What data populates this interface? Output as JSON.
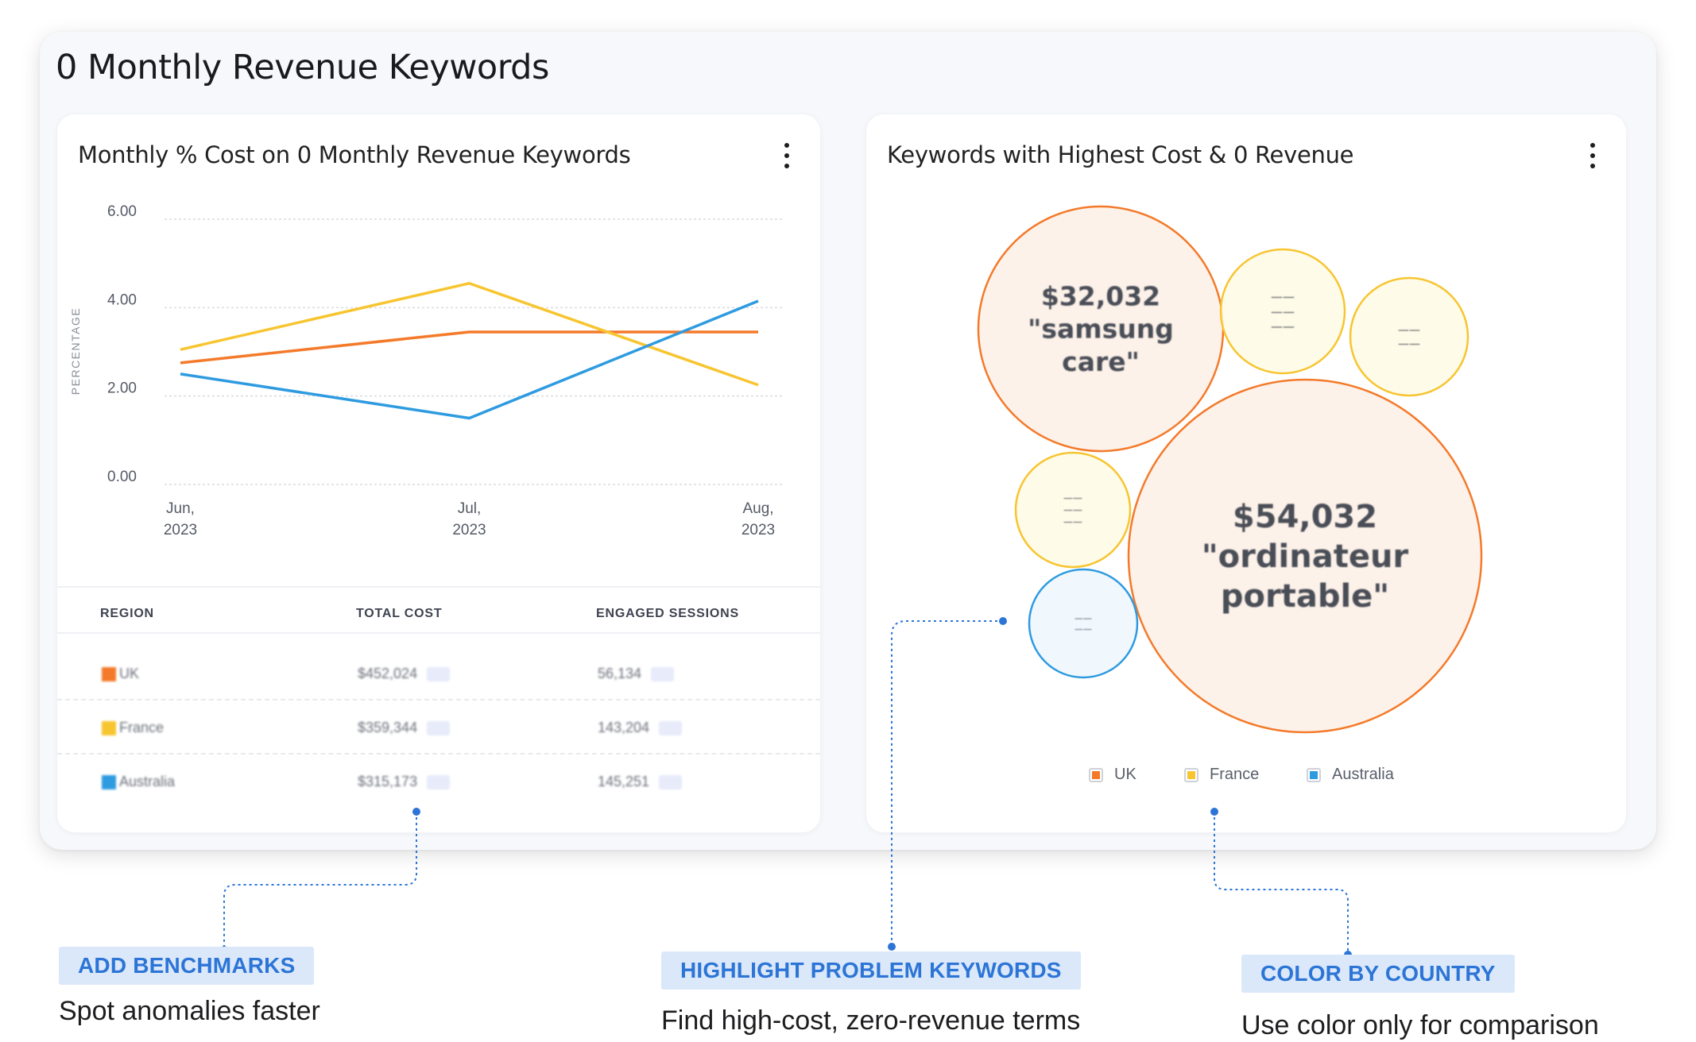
{
  "panel": {
    "title": "0 Monthly Revenue Keywords"
  },
  "left_card": {
    "title": "Monthly % Cost on 0 Monthly Revenue Keywords",
    "menu_icon": "kebab-vertical-icon"
  },
  "right_card": {
    "title": "Keywords with Highest Cost & 0 Revenue",
    "menu_icon": "kebab-vertical-icon"
  },
  "chart_data": [
    {
      "type": "line",
      "title": "Monthly % Cost on 0 Monthly Revenue Keywords",
      "ylabel": "PERCENTAGE",
      "xlabel": "",
      "x": [
        "Jun, 2023",
        "Jul, 2023",
        "Aug, 2023"
      ],
      "yticks": [
        "6.00",
        "4.00",
        "2.00",
        "0.00"
      ],
      "ylim": [
        0,
        6
      ],
      "grid": true,
      "series": [
        {
          "name": "UK",
          "color": "#f47a2a",
          "values": [
            2.75,
            3.45,
            3.45
          ]
        },
        {
          "name": "France",
          "color": "#f7c530",
          "values": [
            3.05,
            4.55,
            2.25
          ]
        },
        {
          "name": "Australia",
          "color": "#2e9be0",
          "values": [
            2.5,
            1.5,
            4.15
          ]
        }
      ]
    },
    {
      "type": "bubble",
      "title": "Keywords with Highest Cost & 0 Revenue",
      "legend": [
        "UK",
        "France",
        "Australia"
      ],
      "legend_position": "bottom",
      "bubbles": [
        {
          "country": "UK",
          "lines": [
            "$54,032",
            "\"ordinateur",
            "portable\""
          ],
          "value": 54032
        },
        {
          "country": "UK",
          "lines": [
            "$32,032",
            "\"samsung",
            "care\""
          ],
          "value": 32032
        },
        {
          "country": "France",
          "lines": [
            "",
            "",
            ""
          ],
          "value": 12000
        },
        {
          "country": "France",
          "lines": [
            "",
            ""
          ],
          "value": 9000
        },
        {
          "country": "France",
          "lines": [
            "",
            "",
            ""
          ],
          "value": 8500
        },
        {
          "country": "Australia",
          "lines": [
            "",
            ""
          ],
          "value": 7500
        }
      ]
    }
  ],
  "colors": {
    "UK": "#f47a2a",
    "France": "#f7c530",
    "Australia": "#2e9be0",
    "accent": "#2c75d6"
  },
  "table": {
    "headers": [
      "REGION",
      "TOTAL COST",
      "ENGAGED SESSIONS"
    ],
    "rows": [
      {
        "region": "UK",
        "color": "#f47a2a",
        "cost": "$452,024",
        "cost_chip": "",
        "sessions": "56,134",
        "sessions_chip": ""
      },
      {
        "region": "France",
        "color": "#f7c530",
        "cost": "$359,344",
        "cost_chip": "",
        "sessions": "143,204",
        "sessions_chip": ""
      },
      {
        "region": "Australia",
        "color": "#2e9be0",
        "cost": "$315,173",
        "cost_chip": "",
        "sessions": "145,251",
        "sessions_chip": ""
      }
    ]
  },
  "legend": {
    "uk": "UK",
    "france": "France",
    "australia": "Australia"
  },
  "callouts": [
    {
      "badge": "ADD BENCHMARKS",
      "caption": "Spot anomalies faster"
    },
    {
      "badge": "HIGHLIGHT PROBLEM KEYWORDS",
      "caption": "Find high-cost, zero-revenue terms"
    },
    {
      "badge": "COLOR BY COUNTRY",
      "caption": "Use color only for comparison"
    }
  ]
}
